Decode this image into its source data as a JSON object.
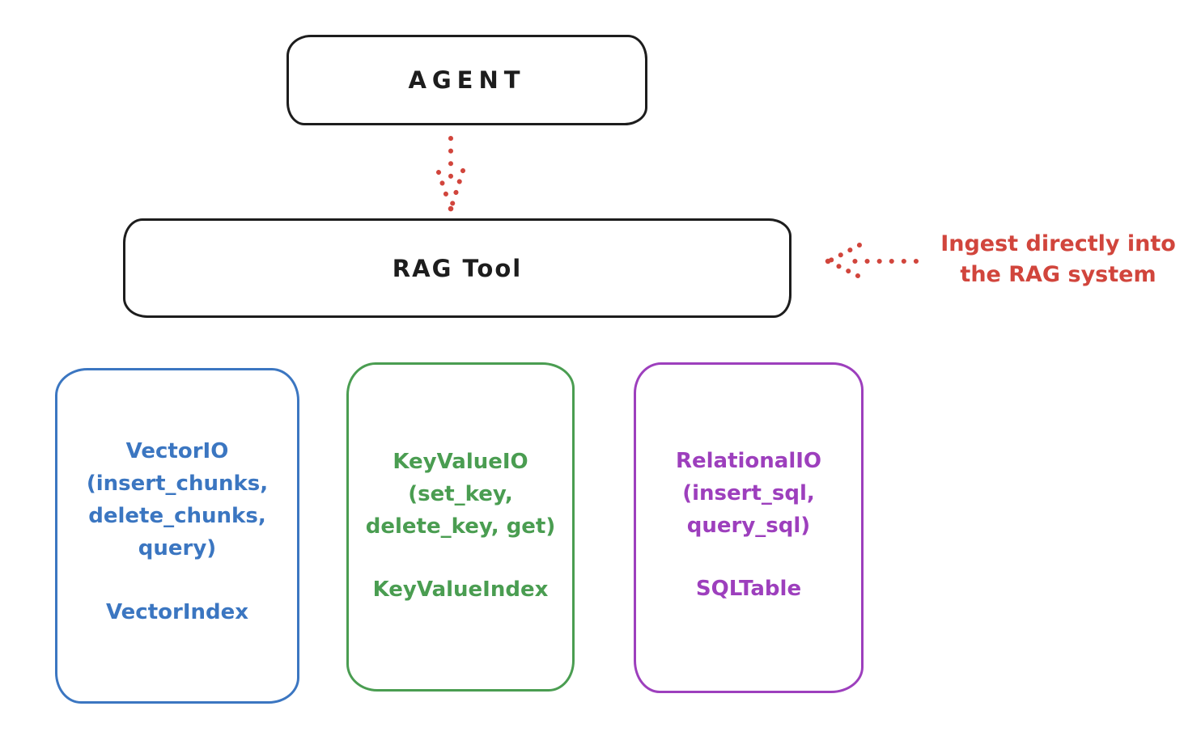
{
  "colors": {
    "ink": "#1d1d1d",
    "red": "#d1453c",
    "blue": "#3b76c1",
    "green": "#4a9d51",
    "purple": "#9d3fbd",
    "background": "#ffffff"
  },
  "agent": {
    "label": "AGENT"
  },
  "rag_tool": {
    "label": "RAG Tool"
  },
  "annotation": {
    "lines": [
      "Ingest directly into",
      "the RAG system"
    ],
    "color": "#d1453c"
  },
  "arrows": [
    {
      "name": "agent-to-rag-tool",
      "style": "dotted",
      "color": "#d1453c",
      "direction": "down"
    },
    {
      "name": "annotation-to-rag-tool",
      "style": "dotted",
      "color": "#d1453c",
      "direction": "left"
    }
  ],
  "backends": [
    {
      "name": "vector-io",
      "color": "#3b76c1",
      "lines": [
        "VectorIO",
        "(insert_chunks,",
        "delete_chunks,",
        "query)"
      ],
      "index_label": "VectorIndex"
    },
    {
      "name": "key-value-io",
      "color": "#4a9d51",
      "lines": [
        "KeyValueIO",
        "(set_key,",
        "delete_key, get)"
      ],
      "index_label": "KeyValueIndex"
    },
    {
      "name": "relational-io",
      "color": "#9d3fbd",
      "lines": [
        "RelationalIO",
        "(insert_sql,",
        "query_sql)"
      ],
      "index_label": "SQLTable"
    }
  ]
}
